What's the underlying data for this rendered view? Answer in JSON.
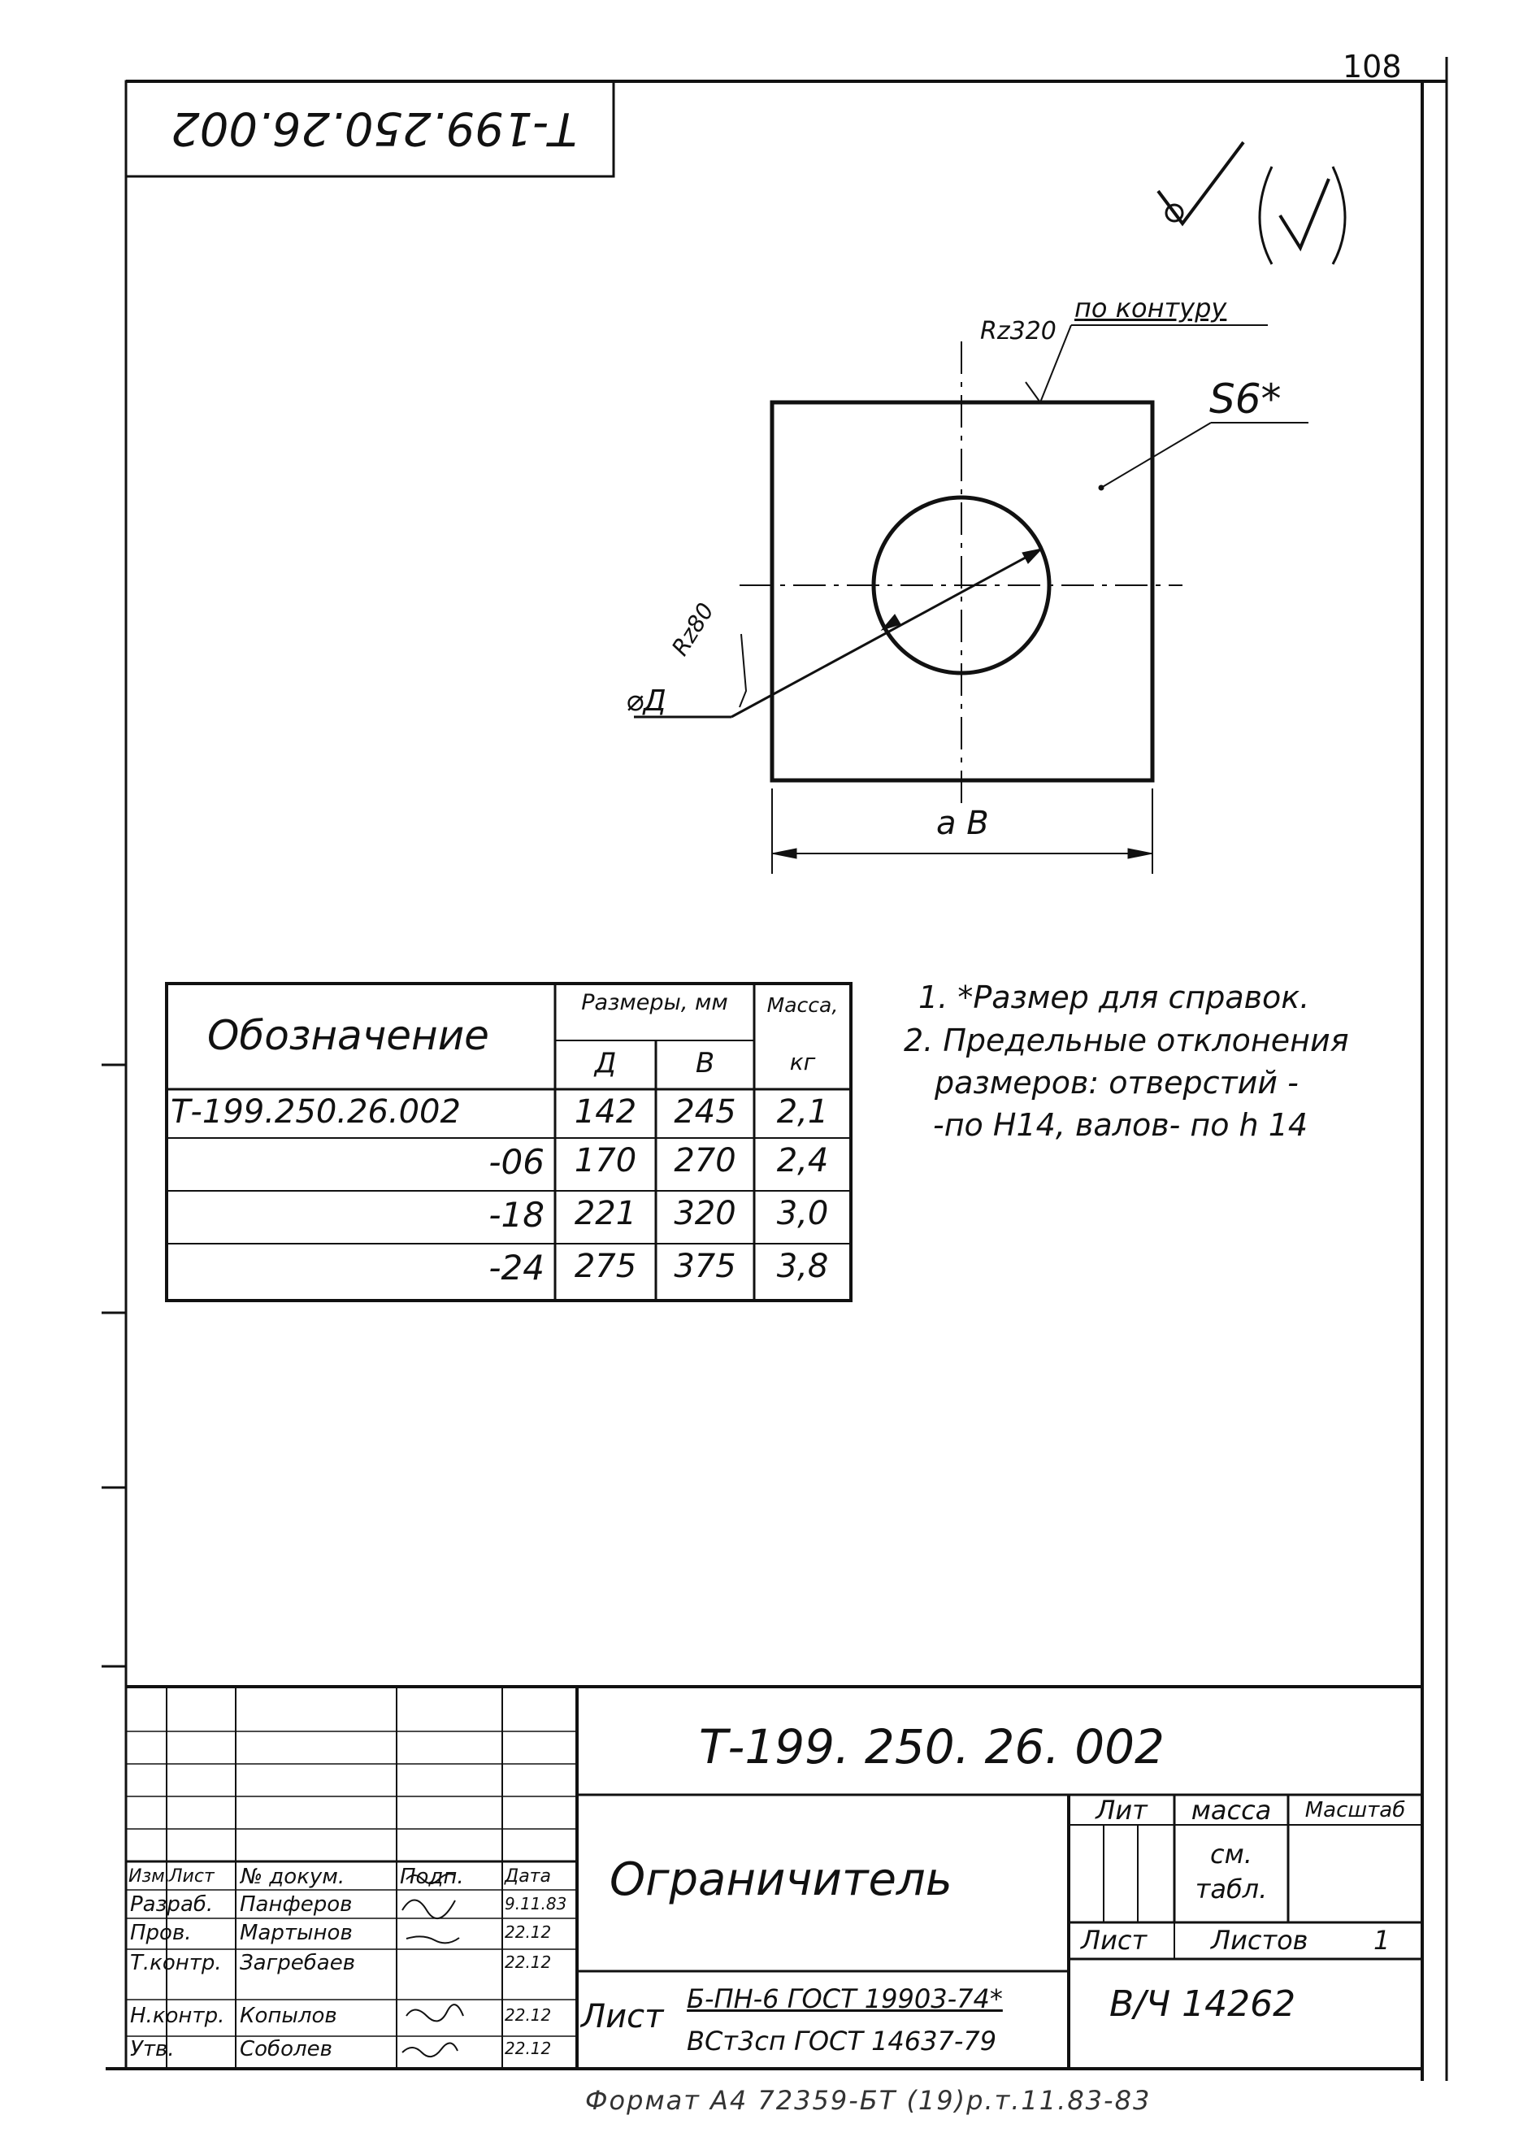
{
  "corner_mark": "108",
  "rotated_code": "Т-199.250.26.002",
  "drawing": {
    "rz_contour": "Rz320",
    "contour_note": "по контуру",
    "thickness": "S6*",
    "hole_dia": "⌀Д",
    "hole_rz": "Rz80",
    "side": "а В"
  },
  "table": {
    "header_designation": "Обозначение",
    "header_dims": "Размеры, мм",
    "header_mass": "Масса,",
    "header_mass_unit": "кг",
    "col_d": "Д",
    "col_b": "В",
    "rows": [
      {
        "designation": "Т-199.250.26.002",
        "d": "142",
        "b": "245",
        "mass": "2,1"
      },
      {
        "designation": "-06",
        "d": "170",
        "b": "270",
        "mass": "2,4"
      },
      {
        "designation": "-18",
        "d": "221",
        "b": "320",
        "mass": "3,0"
      },
      {
        "designation": "-24",
        "d": "275",
        "b": "375",
        "mass": "3,8"
      }
    ]
  },
  "notes": [
    "1. *Размер для справок.",
    "2. Предельные отклонения",
    "размеров: отверстий -",
    "-по Н14, валов- по h 14"
  ],
  "title_block": {
    "code": "Т-199. 250. 26. 002",
    "name": "Ограничитель",
    "lit_label": "Лит",
    "mass_label": "масса",
    "scale_label": "Масштаб",
    "mass_value_1": "см.",
    "mass_value_2": "табл.",
    "sheet_label": "Лист",
    "sheets_label": "Листов",
    "sheets_value": "1",
    "material_prefix": "Лист",
    "material_top": "Б-ПН-6 ГОСТ 19903-74*",
    "material_bottom": "ВСт3сп ГОСТ 14637-79",
    "org": "В/Ч  14262",
    "cols": {
      "izm": "Изм.",
      "list": "Лист",
      "doc": "№ докум.",
      "sign": "Подп.",
      "date": "Дата"
    },
    "roles": [
      {
        "role": "Разраб.",
        "name": "Панферов",
        "date": "9.11.83"
      },
      {
        "role": "Пров.",
        "name": "Мартынов",
        "date": "22.12"
      },
      {
        "role": "Т.контр.",
        "name": "Загребаев",
        "date": "22.12"
      },
      {
        "role": "Н.контр.",
        "name": "Копылов",
        "date": "22.12"
      },
      {
        "role": "Утв.",
        "name": "Соболев",
        "date": "22.12"
      }
    ]
  },
  "footer": "Формат А4 72359-БТ (19)р.т.11.83-83"
}
